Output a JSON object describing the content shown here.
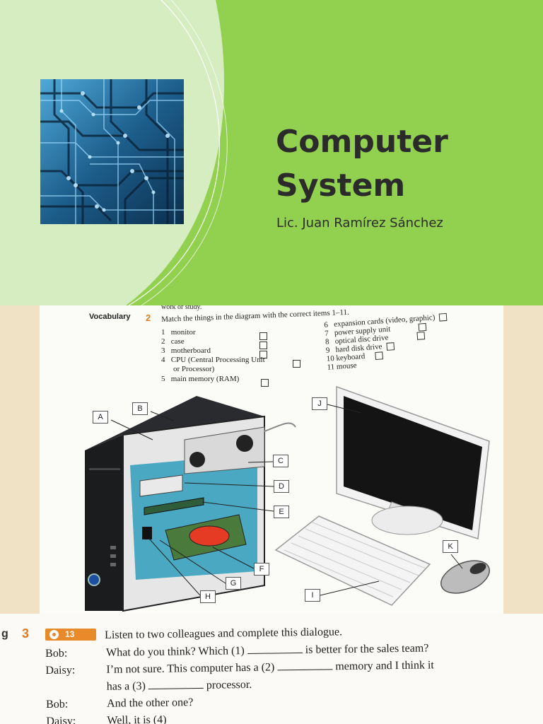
{
  "slide": {
    "title_line1": "Computer",
    "title_line2": "System",
    "author": "Lic. Juan Ramírez Sánchez",
    "colors": {
      "background": "#92d050",
      "left_panel": "#d6ecc1",
      "title_text": "#2b2b2b",
      "circuit": "#1f5f8f"
    }
  },
  "vocab": {
    "top_fragment": "work or study.",
    "heading": "Vocabulary",
    "exercise_number": "2",
    "instruction": "Match the things in the diagram with the correct items 1–11.",
    "items": [
      {
        "n": "1",
        "text": "monitor"
      },
      {
        "n": "2",
        "text": "case"
      },
      {
        "n": "3",
        "text": "motherboard"
      },
      {
        "n": "4",
        "text": "CPU (Central Processing Unit"
      },
      {
        "n": "",
        "text": "or Processor)"
      },
      {
        "n": "5",
        "text": "main memory (RAM)"
      },
      {
        "n": "6",
        "text": "expansion cards (video, graphic)"
      },
      {
        "n": "7",
        "text": "power supply unit"
      },
      {
        "n": "8",
        "text": "optical disc drive"
      },
      {
        "n": "9",
        "text": "hard disk drive"
      },
      {
        "n": "10",
        "text": "keyboard"
      },
      {
        "n": "11",
        "text": "mouse"
      }
    ],
    "diagram_labels": [
      "A",
      "B",
      "C",
      "D",
      "E",
      "F",
      "G",
      "H",
      "I",
      "J",
      "K"
    ]
  },
  "dialogue": {
    "side_letter": "g",
    "exercise_number": "3",
    "track": "13",
    "instruction": "Listen to two colleagues and complete this dialogue.",
    "lines": [
      {
        "speaker": "Bob:",
        "text_a": "What do you think? Which (1)",
        "text_b": "is better for the sales team?"
      },
      {
        "speaker": "Daisy:",
        "text_a": "I’m not sure. This computer has a (2)",
        "text_b": "memory and I think it"
      },
      {
        "speaker": "",
        "text_a": "has a (3)",
        "text_b": "processor."
      },
      {
        "speaker": "Bob:",
        "text_a": "And the other one?",
        "text_b": ""
      },
      {
        "speaker": "Daisy:",
        "text_a": "Well, it is (4)",
        "text_b": ""
      }
    ]
  }
}
